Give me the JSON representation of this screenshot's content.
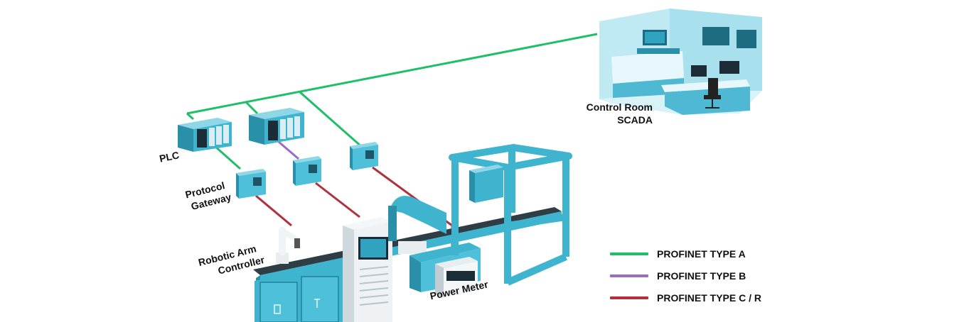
{
  "labels": {
    "plc": "PLC",
    "protocol_gateway_1": "Protocol",
    "protocol_gateway_2": "Gateway",
    "robotic_arm_1": "Robotic Arm",
    "robotic_arm_2": "Controller",
    "power_meter": "Power Meter",
    "control_room_1": "Control Room",
    "control_room_2": "SCADA"
  },
  "legend": [
    {
      "label": "PROFINET TYPE A",
      "color": "#1fbf6a"
    },
    {
      "label": "PROFINET TYPE B",
      "color": "#9b6bc8"
    },
    {
      "label": "PROFINET TYPE C / R",
      "color": "#b0303d"
    }
  ],
  "colors": {
    "type_a": "#1fbf6a",
    "type_b": "#9b6bc8",
    "type_c": "#b0303d",
    "equipment": "#3fb4cf",
    "equipment_dark": "#2a8fa8",
    "equipment_light": "#8fd6e6"
  }
}
